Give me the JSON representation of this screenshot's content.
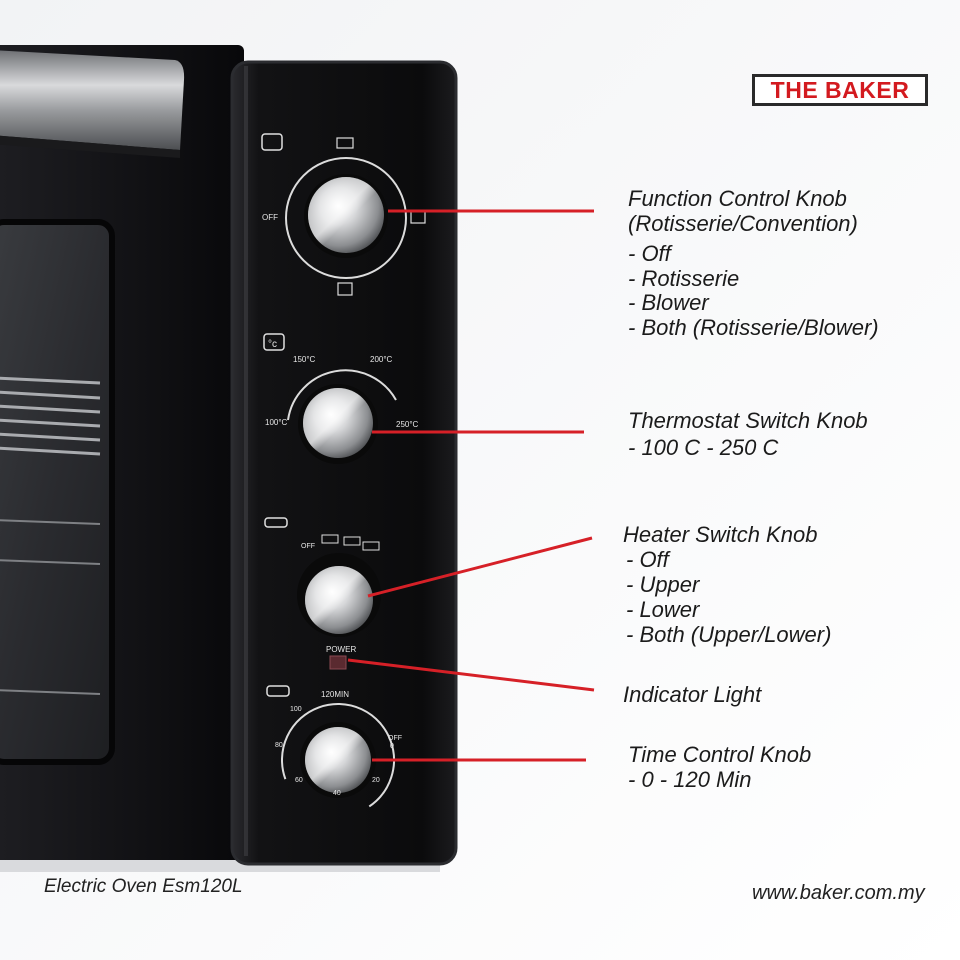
{
  "brand": {
    "logo_text": "THE BAKER",
    "logo_color": "#d31a1f"
  },
  "colors": {
    "leader_line": "#d62027",
    "panel": "#0e0e10",
    "knob": "#c9c9c9"
  },
  "panel_markings": {
    "function_knob": {
      "left_label": "OFF"
    },
    "thermostat": {
      "icon_label": "°c",
      "ticks": [
        "150°C",
        "200°C",
        "100°C",
        "250°C"
      ]
    },
    "heater": {
      "labels": [
        "OFF"
      ]
    },
    "power_label": "POWER",
    "timer": {
      "ticks": [
        "120MIN",
        "100",
        "80",
        "60",
        "40",
        "20",
        "OFF",
        "0"
      ]
    }
  },
  "callouts": [
    {
      "title": "Function Control Knob",
      "lines": [
        "(Rotisserie/Convention)",
        "- Off",
        "- Rotisserie",
        "- Blower",
        "- Both (Rotisserie/Blower)"
      ]
    },
    {
      "title": "Thermostat Switch Knob",
      "lines": [
        "- 100 C - 250 C"
      ]
    },
    {
      "title": "Heater Switch Knob",
      "lines": [
        "- Off",
        "- Upper",
        "- Lower",
        "- Both (Upper/Lower)"
      ]
    },
    {
      "title": "Indicator Light",
      "lines": []
    },
    {
      "title": "Time Control Knob",
      "lines": [
        "- 0 - 120 Min"
      ]
    }
  ],
  "footer": {
    "model": "Electric Oven Esm120L",
    "website": "www.baker.com.my"
  }
}
